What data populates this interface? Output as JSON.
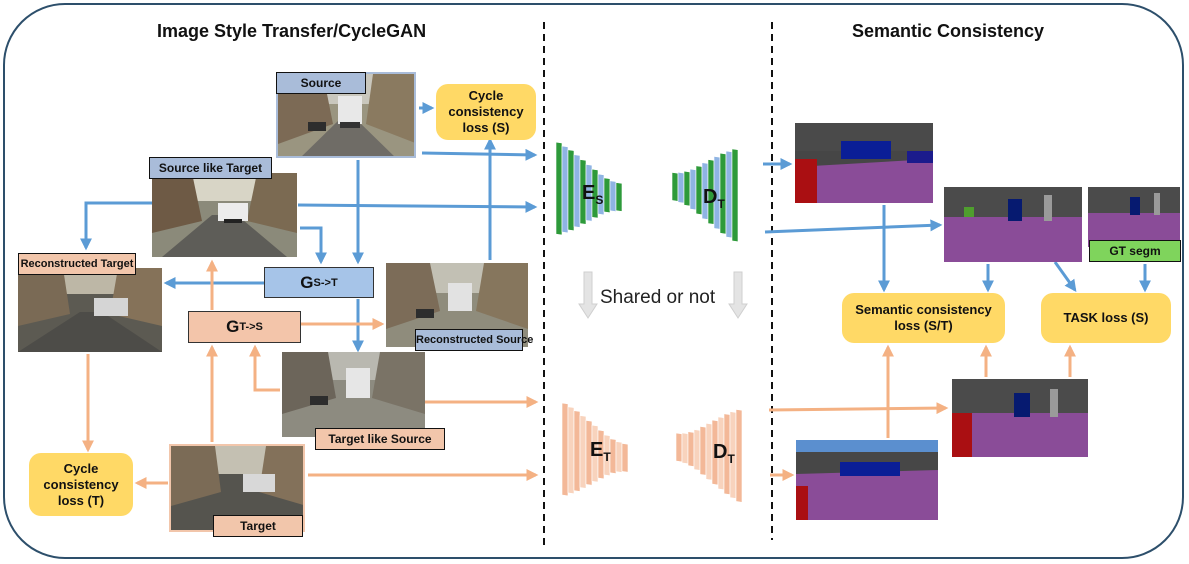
{
  "titles": {
    "left": "Image Style Transfer/CycleGAN",
    "right": "Semantic Consistency"
  },
  "image_labels": {
    "source": "Source",
    "source_like_target": "Source like Target",
    "reconstructed_target": "Reconstructed Target",
    "reconstructed_source": "Reconstructed Source",
    "target_like_source": "Target like Source",
    "target": "Target",
    "gt_segm": "GT segm"
  },
  "loss_boxes": {
    "cycle_s": "Cycle consistency loss (S)",
    "cycle_t": "Cycle consistency loss (T)",
    "semantic": "Semantic consistency loss (S/T)",
    "task": "TASK loss (S)"
  },
  "generators": {
    "g_st": {
      "main": "G",
      "sub": "S->T"
    },
    "g_ts": {
      "main": "G",
      "sub": "T->S"
    }
  },
  "networks": {
    "es": {
      "main": "E",
      "sub": "S"
    },
    "dt_top": {
      "main": "D",
      "sub": "T"
    },
    "et": {
      "main": "E",
      "sub": "T"
    },
    "dt_bottom": {
      "main": "D",
      "sub": "T"
    }
  },
  "shared_text": "Shared or not",
  "colors": {
    "blue_arrow": "#5b9bd5",
    "peach_arrow": "#f4b183",
    "label_blue": "#a9bcd9",
    "label_peach": "#f2c6ab",
    "loss_yellow": "#ffd966",
    "gt_green": "#7fd45c",
    "encoder_green": "#2e9a3a",
    "encoder_blue": "#8fb4e3",
    "encoder_peach": "#f3b898",
    "frame_border": "#2d4f6b"
  }
}
